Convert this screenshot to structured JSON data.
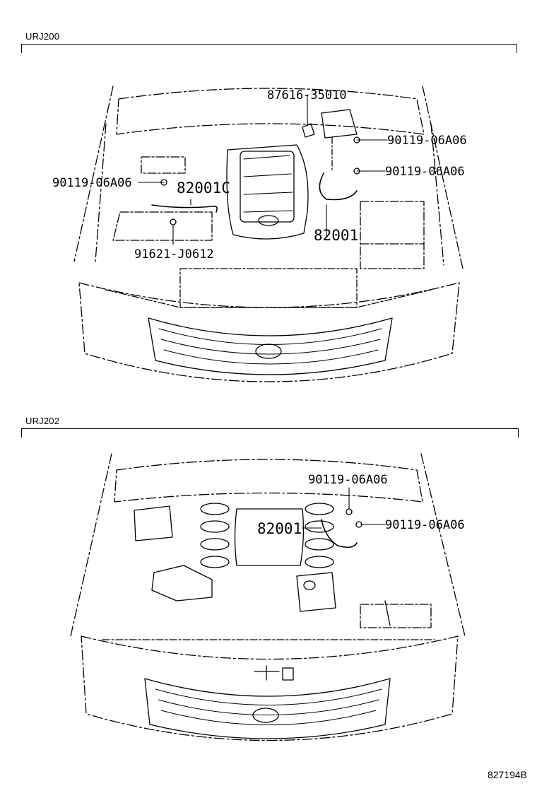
{
  "diagrams": [
    {
      "section_label": "URJ200",
      "callouts": {
        "a": "87616-35010",
        "b": "90119-06A06",
        "c": "90119-06A06",
        "d": "90119-06A06",
        "e": "82001C",
        "f": "82001",
        "g": "91621-J0612"
      }
    },
    {
      "section_label": "URJ202",
      "callouts": {
        "a": "90119-06A06",
        "b": "90119-06A06",
        "c": "82001"
      }
    }
  ],
  "footer_code": "827194B"
}
